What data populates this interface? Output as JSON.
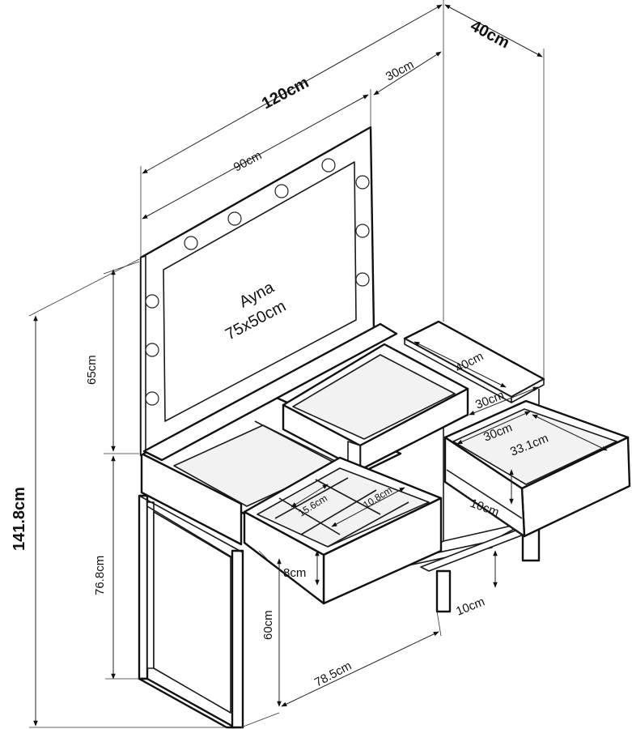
{
  "dimensions": {
    "total_width": "120cm",
    "depth": "40cm",
    "side_unit_depth": "30cm",
    "mirror_frame_width": "90cm",
    "mirror_label": "Ayna",
    "mirror_size": "75x50cm",
    "mirror_height": "65cm",
    "total_height": "141.8cm",
    "table_height": "76.8cm",
    "leg_height": "60cm",
    "table_length": "78.5cm",
    "small_drawer_a": "15.6cm",
    "small_drawer_b": "10.8cm",
    "drawer_depth": "8cm",
    "side_top_depth": "40cm",
    "side_top_width": "30cm",
    "side_drawer_width": "30cm",
    "side_drawer_length": "33.1cm",
    "side_drawer_height": "10cm",
    "side_leg_height": "10cm"
  }
}
